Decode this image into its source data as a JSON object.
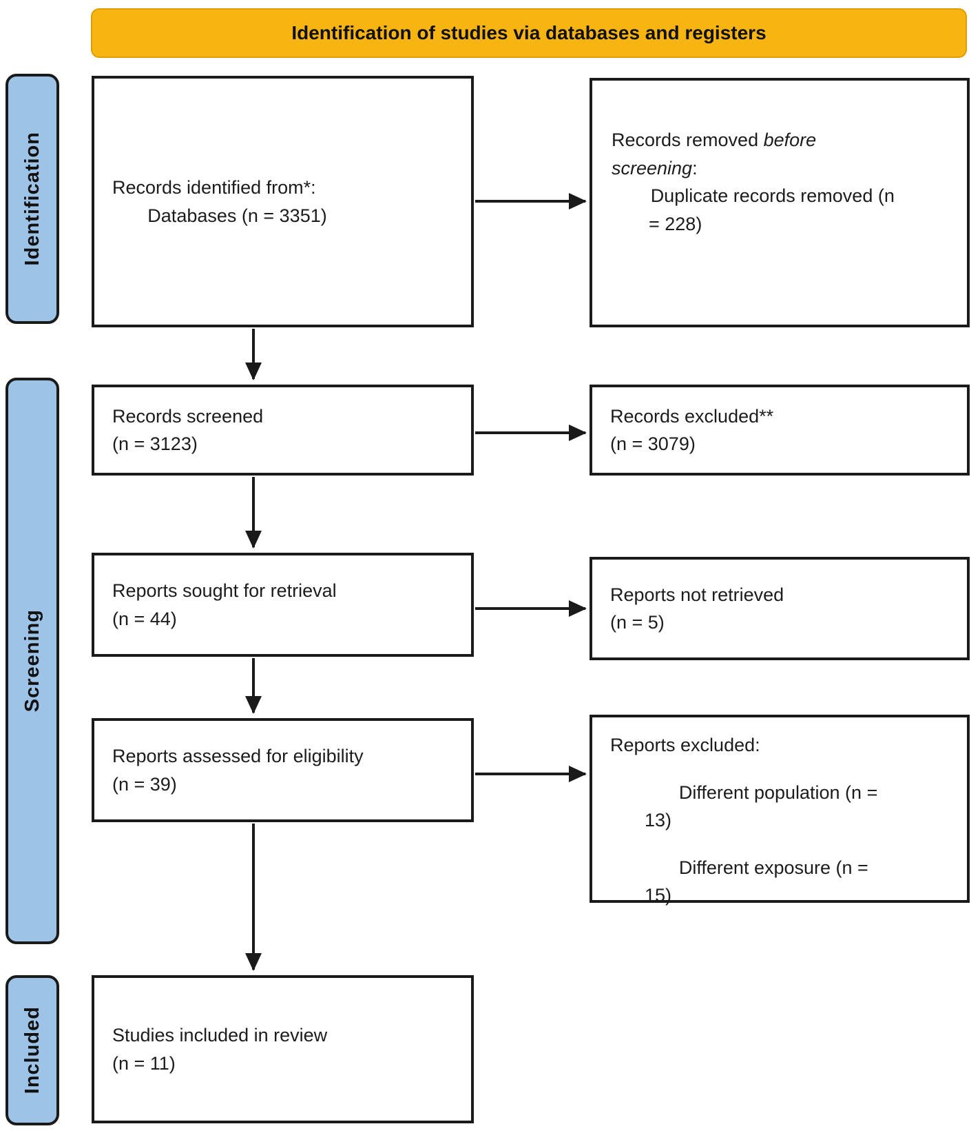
{
  "title": "Identification of studies via databases and registers",
  "stages": {
    "identification": "Identification",
    "screening": "Screening",
    "included": "Included"
  },
  "boxes": {
    "records_identified": {
      "line1": "Records identified from*:",
      "line2": "Databases (n = 3351)"
    },
    "records_removed": {
      "line1_normal": "Records removed ",
      "line1_italic": "before",
      "line2_italic": "screening",
      "line2_normal": ":",
      "item_line1": "Duplicate records removed (n",
      "item_line2": "= 228)"
    },
    "records_screened": {
      "line1": "Records screened",
      "line2": "(n = 3123)"
    },
    "records_excluded": {
      "line1": "Records excluded**",
      "line2": "(n = 3079)"
    },
    "reports_sought": {
      "line1": "Reports sought for retrieval",
      "line2": "(n = 44)"
    },
    "reports_not_retrieved": {
      "line1": "Reports not retrieved",
      "line2": "(n = 5)"
    },
    "reports_assessed": {
      "line1": "Reports assessed for eligibility",
      "line2": "(n = 39)"
    },
    "reports_excluded": {
      "title": "Reports excluded:",
      "items": [
        {
          "line1": "Different population (n =",
          "line2": "13)"
        },
        {
          "line1": "Different exposure (n =",
          "line2": "15)"
        }
      ]
    },
    "studies_included": {
      "line1": "Studies included in review",
      "line2": "(n = 11)"
    }
  },
  "colors": {
    "header_bg": "#F8B511",
    "stage_bg": "#9DC3E6",
    "line": "#1A1A1A"
  }
}
